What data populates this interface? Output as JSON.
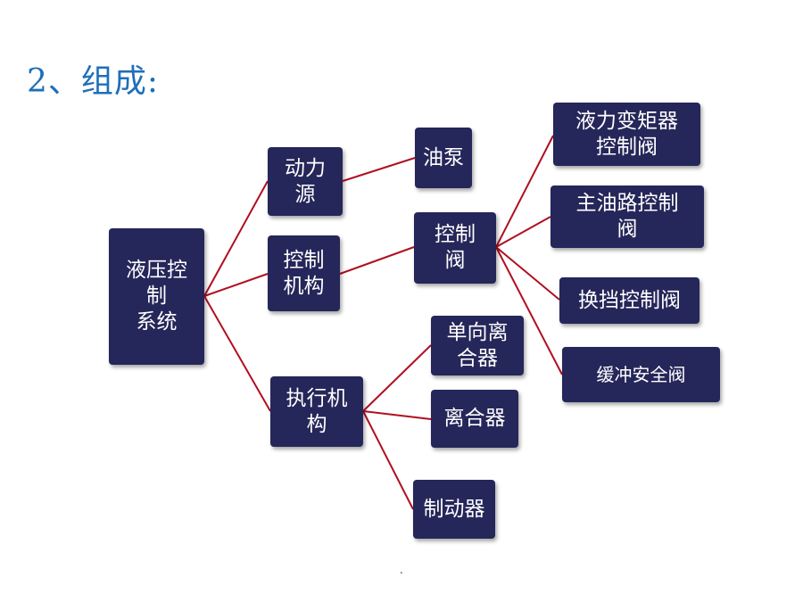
{
  "title": "2、组成:",
  "colors": {
    "node_bg": "#252659",
    "node_text": "#ffffff",
    "link": "#b01020",
    "title": "#1f6fb8"
  },
  "nodes": {
    "root": "液压控\n制\n系统",
    "power": "动力\n源",
    "control_mech": "控制\n机构",
    "actuator": "执行机\n构",
    "pump": "油泵",
    "control_valve": "控制\n阀",
    "single_clutch": "单向离\n合器",
    "clutch": "离合器",
    "brake": "制动器",
    "torque_converter_valve": "液力变矩器\n控制阀",
    "main_oil_valve": "主油路控制\n阀",
    "shift_valve": "换挡控制阀",
    "buffer_valve": "缓冲安全阀"
  },
  "footer": "."
}
